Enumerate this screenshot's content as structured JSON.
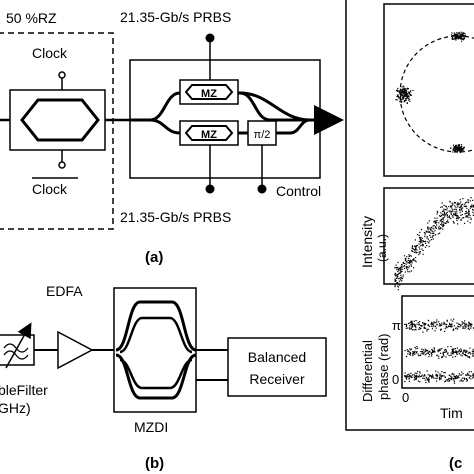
{
  "panel_a": {
    "rz_label": "50 %RZ",
    "clock_label": "Clock",
    "clock_bar_label": "Clock",
    "prbs_top": "21.35-Gb/s PRBS",
    "prbs_bottom": "21.35-Gb/s PRBS",
    "mz_top": "MZ",
    "mz_bottom": "MZ",
    "phase_shift": "π/2",
    "control": "Control",
    "caption": "(a)"
  },
  "panel_b": {
    "edfa": "EDFA",
    "filter_line1": "bleFilter",
    "filter_line2": "GHz)",
    "mzdi": "MZDI",
    "receiver_line1": "Balanced",
    "receiver_line2": "Receiver",
    "caption": "(b)"
  },
  "panel_c": {
    "intensity_ylabel_1": "Intensity",
    "intensity_ylabel_2": "(a.u.)",
    "phase_ylabel_1": "Differential",
    "phase_ylabel_2": "phase (rad)",
    "pi_tick": "π",
    "zero_tick": "0",
    "x_label_partial": "Tim",
    "caption": "(c"
  }
}
